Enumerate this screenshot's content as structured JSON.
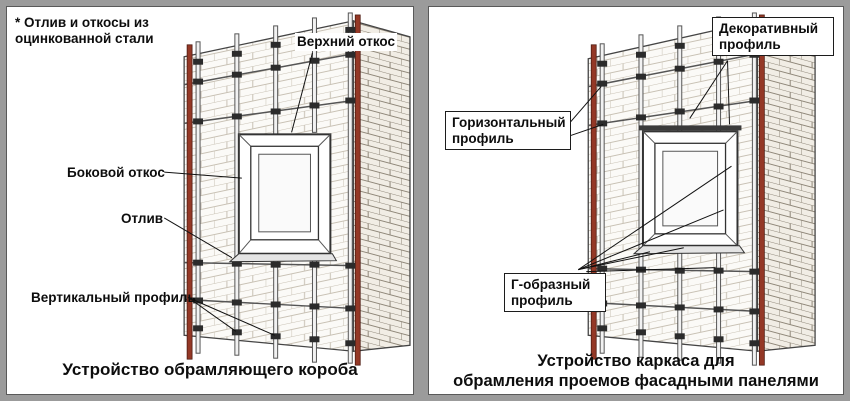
{
  "frame": {
    "background_color": "#9b9b9b",
    "panel_background": "#ffffff",
    "border_color": "#595959"
  },
  "colors": {
    "red_vertical_profile": "#943826",
    "metal_profile": "#f2f2f2",
    "outline": "#444444",
    "bracket": "#2b2b2b",
    "text": "#0d0d0d"
  },
  "left_panel": {
    "note": "* Отлив и откосы из оцинкованной стали",
    "labels": {
      "top_slope": "Верхний откос",
      "side_slope": "Боковой откос",
      "drip_sill": "Отлив",
      "vertical_profile": "Вертикальный профиль"
    },
    "caption": "Устройство обрамляющего короба"
  },
  "right_panel": {
    "labels": {
      "decorative_profile": "Декоративный профиль",
      "horizontal_profile": "Горизонтальный профиль",
      "l_shaped_profile": "Г-образный профиль"
    },
    "caption_lines": [
      "Устройство каркаса для",
      "обрамления проемов фасадными панелями"
    ]
  }
}
